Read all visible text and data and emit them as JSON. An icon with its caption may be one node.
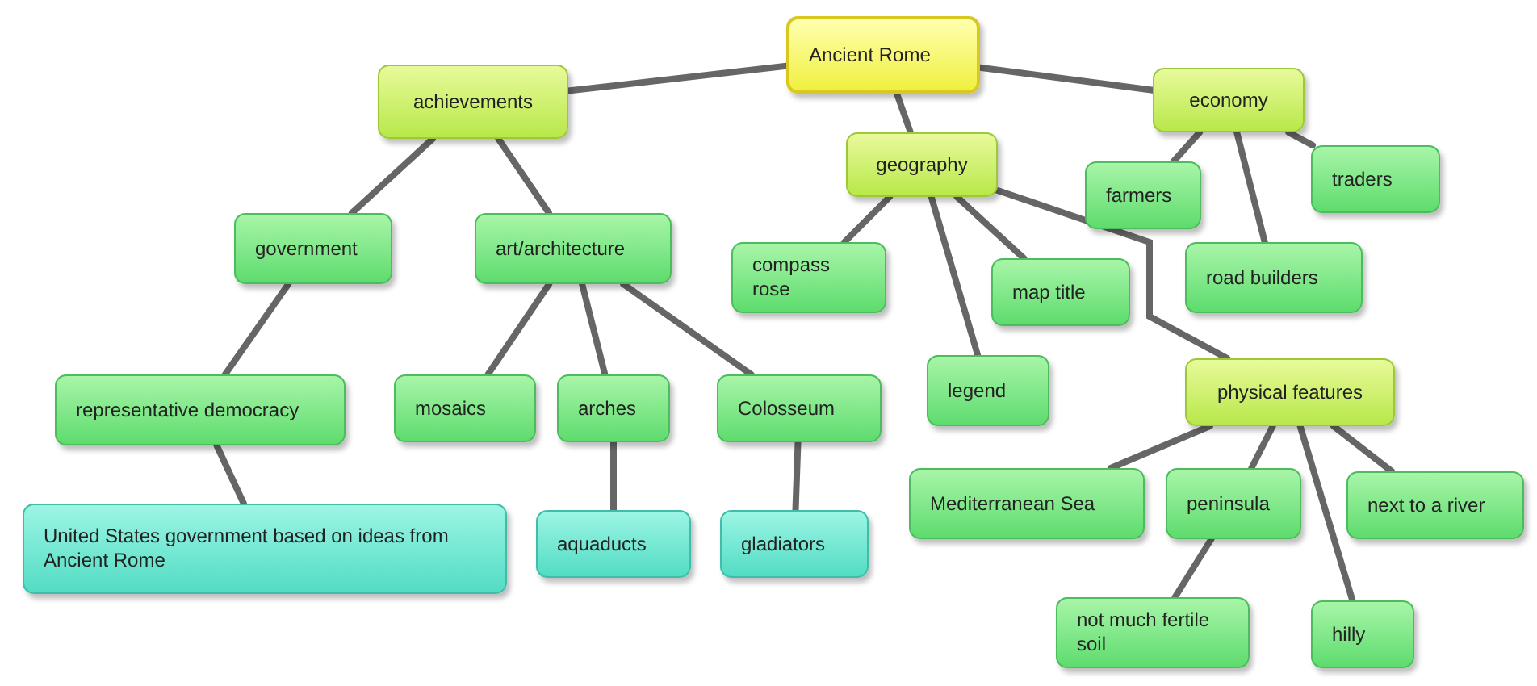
{
  "diagram": {
    "nodes": [
      {
        "text": [
          "Ancient  Rome"
        ]
      },
      {
        "text": [
          "achievements"
        ]
      },
      {
        "text": [
          "geography"
        ]
      },
      {
        "text": [
          "economy"
        ]
      },
      {
        "text": [
          "farmers"
        ]
      },
      {
        "text": [
          "traders"
        ]
      },
      {
        "text": [
          "road builders"
        ]
      },
      {
        "text": [
          "government"
        ]
      },
      {
        "text": [
          "art/architecture"
        ]
      },
      {
        "text": [
          "compass rose"
        ]
      },
      {
        "text": [
          "map title"
        ]
      },
      {
        "text": [
          "legend"
        ]
      },
      {
        "text": [
          "physical features"
        ]
      },
      {
        "text": [
          "representative democracy"
        ]
      },
      {
        "text": [
          "mosaics"
        ]
      },
      {
        "text": [
          "arches"
        ]
      },
      {
        "text": [
          "Colosseum"
        ]
      },
      {
        "text": [
          "United States government based on ideas from Ancient Rome"
        ]
      },
      {
        "text": [
          "aquaducts"
        ]
      },
      {
        "text": [
          "gladiators"
        ]
      },
      {
        "text": [
          "Mediterranean Sea"
        ]
      },
      {
        "text": [
          "peninsula"
        ]
      },
      {
        "text": [
          "next to a river"
        ]
      },
      {
        "text": [
          "not much fertile soil"
        ]
      },
      {
        "text": [
          "hilly"
        ]
      }
    ],
    "edges": [
      {
        "from": 0,
        "to": 1,
        "arrow": "none"
      },
      {
        "from": 0,
        "to": 2,
        "arrow": "none"
      },
      {
        "from": 0,
        "to": 3,
        "arrow": "none"
      },
      {
        "from": 3,
        "to": 4,
        "arrow": "none"
      },
      {
        "from": 3,
        "to": 5,
        "arrow": "none"
      },
      {
        "from": 3,
        "to": 6,
        "arrow": "none"
      },
      {
        "from": 1,
        "to": 7,
        "arrow": "none"
      },
      {
        "from": 1,
        "to": 8,
        "arrow": "none"
      },
      {
        "from": 2,
        "to": 9,
        "arrow": "none"
      },
      {
        "from": 2,
        "to": 10,
        "arrow": "none"
      },
      {
        "from": 2,
        "to": 11,
        "arrow": "none"
      },
      {
        "from": 2,
        "to": 12,
        "arrow": "none"
      },
      {
        "from": 7,
        "to": 13,
        "arrow": "none"
      },
      {
        "from": 8,
        "to": 14,
        "arrow": "none"
      },
      {
        "from": 8,
        "to": 15,
        "arrow": "none"
      },
      {
        "from": 8,
        "to": 16,
        "arrow": "none"
      },
      {
        "from": 13,
        "to": 17,
        "arrow": "none"
      },
      {
        "from": 15,
        "to": 18,
        "arrow": "none"
      },
      {
        "from": 16,
        "to": 19,
        "arrow": "none"
      },
      {
        "from": 12,
        "to": 20,
        "arrow": "none"
      },
      {
        "from": 12,
        "to": 21,
        "arrow": "none"
      },
      {
        "from": 12,
        "to": 22,
        "arrow": "none"
      },
      {
        "from": 21,
        "to": 23,
        "arrow": "none"
      },
      {
        "from": 12,
        "to": 24,
        "arrow": "none"
      }
    ]
  }
}
